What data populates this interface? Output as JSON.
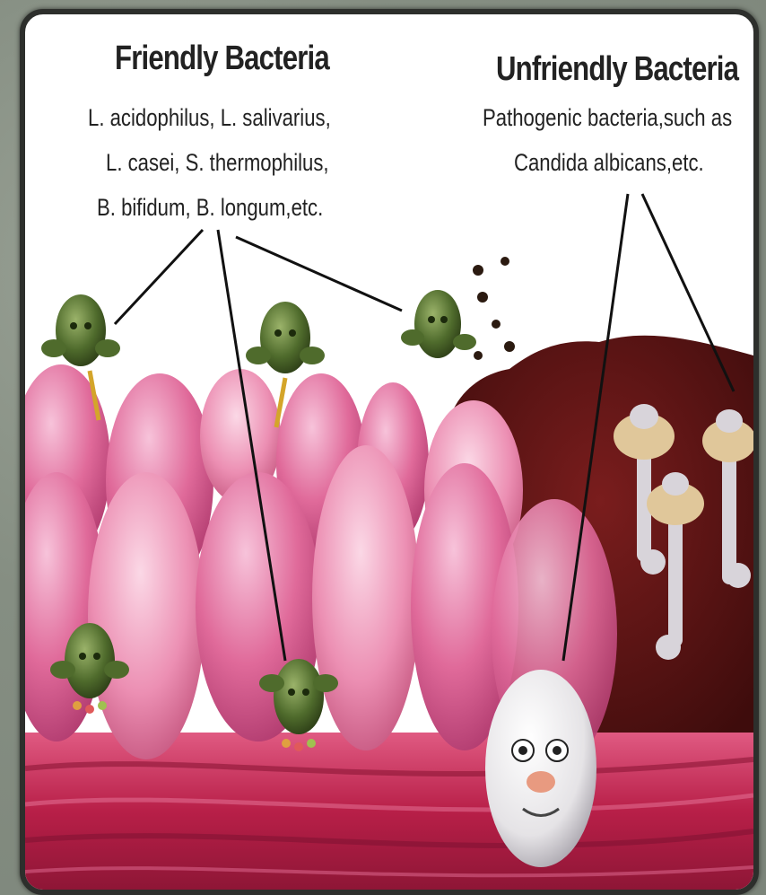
{
  "friendly": {
    "title": "Friendly Bacteria",
    "lines": [
      "L. acidophilus, L. salivarius,",
      "L. casei, S. thermophilus,",
      "B. bifidum, B. longum,etc."
    ]
  },
  "unfriendly": {
    "title": "Unfriendly Bacteria",
    "lines": [
      "Pathogenic bacteria,such as",
      "Candida albicans,etc."
    ]
  },
  "colors": {
    "villi_pink": "#e06a9a",
    "muscle_red": "#c2284f",
    "damage_brown": "#5a1414",
    "friendly_green": "#4f6b2c",
    "candida_gray": "#d8d4da"
  }
}
